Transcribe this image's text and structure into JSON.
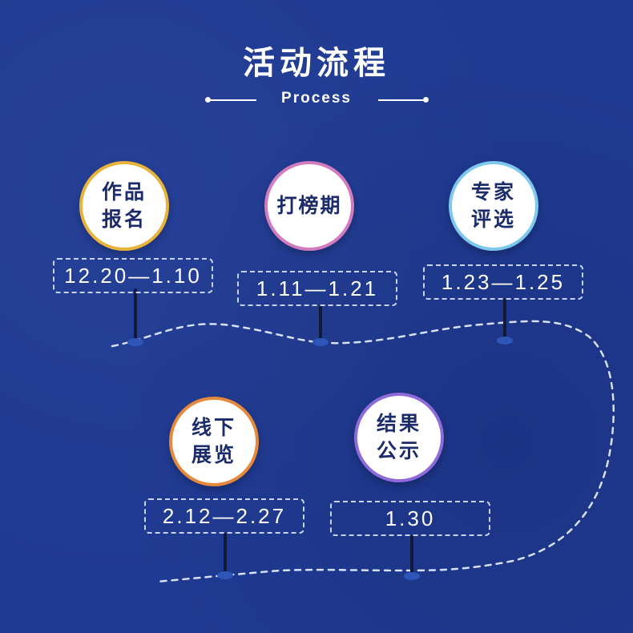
{
  "header": {
    "title": "活动流程",
    "subtitle": "Process"
  },
  "colors": {
    "background": "#1f3a93",
    "ring_registration": "#e7b33b",
    "ring_voting": "#d27bbe",
    "ring_review": "#7ec8ee",
    "ring_exhibition": "#e58a3c",
    "ring_results": "#8f6bd9"
  },
  "steps": [
    {
      "label": "作品报名",
      "date": "12.20—1.10"
    },
    {
      "label": "打榜期",
      "date": "1.11—1.21"
    },
    {
      "label": "专家评选",
      "date": "1.23—1.25"
    },
    {
      "label": "线下展览",
      "date": "2.12—2.27"
    },
    {
      "label": "结果公示",
      "date": "1.30"
    }
  ]
}
